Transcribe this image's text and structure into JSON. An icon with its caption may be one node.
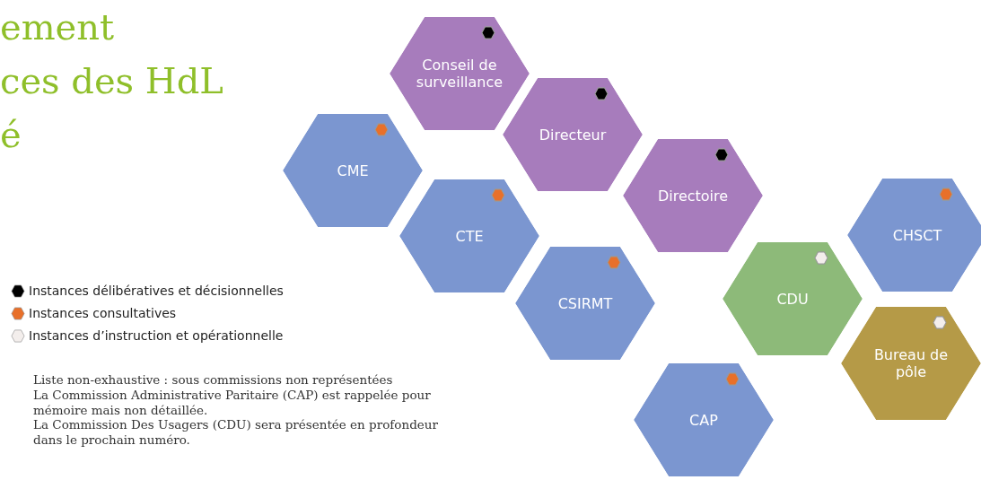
{
  "diagram": {
    "nodes": [
      {
        "text": [
          "Conseil de surveillance"
        ]
      },
      {
        "text": [
          "Directeur"
        ]
      },
      {
        "text": [
          "CME"
        ]
      },
      {
        "text": [
          "Directoire"
        ]
      },
      {
        "text": [
          "CTE"
        ]
      },
      {
        "text": [
          "CHSCT"
        ]
      },
      {
        "text": [
          "CSIRMT"
        ]
      },
      {
        "text": [
          "CDU"
        ]
      },
      {
        "text": [
          "Bureau de pôle"
        ]
      },
      {
        "text": [
          "CAP"
        ]
      }
    ],
    "edges": [],
    "labels": [
      "ement",
      "ces des HdL",
      "é",
      "Liste non-exhaustive : sous commissions non représentées",
      "La Commission Administrative Paritaire (CAP) est rappelée pour mémoire mais non détaillée.",
      "La Commission Des Usagers (CDU) sera présentée en profondeur dans le prochain numéro."
    ],
    "legend": [
      {
        "text": "Instances délibératives et décisionnelles",
        "color": "#000000"
      },
      {
        "text": "Instances consultatives",
        "color": "#e8702a"
      },
      {
        "text": "Instances d’instruction et opérationnelle",
        "color": "#f3eeec"
      }
    ]
  }
}
